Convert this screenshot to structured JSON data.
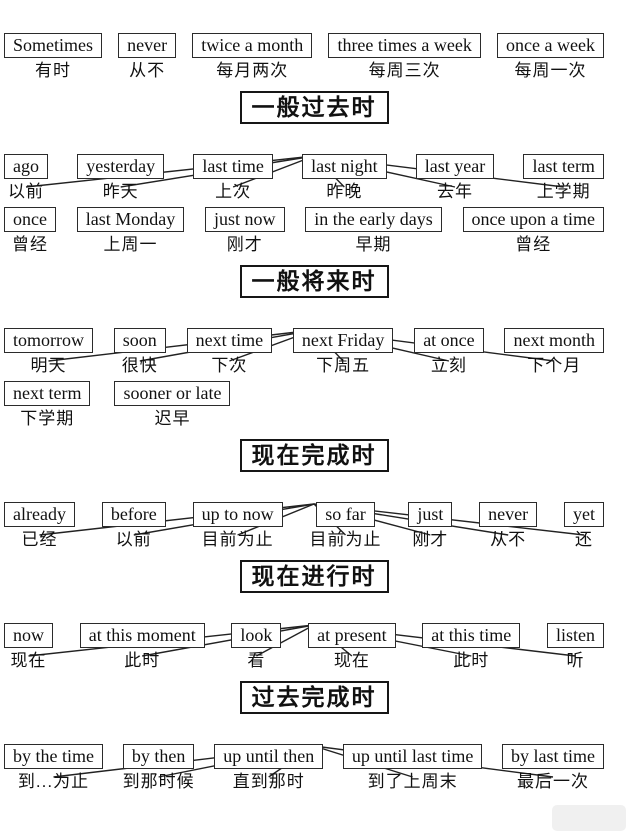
{
  "style": {
    "background": "#ffffff",
    "ink": "#111111",
    "box_border": "#2b2b2b",
    "line_color": "#222222"
  },
  "top_row": {
    "items": [
      {
        "en": "Sometimes",
        "zh": "有时"
      },
      {
        "en": "never",
        "zh": "从不"
      },
      {
        "en": "twice a month",
        "zh": "每月两次"
      },
      {
        "en": "three times a week",
        "zh": "每周三次"
      },
      {
        "en": "once a week",
        "zh": "每周一次"
      }
    ]
  },
  "sections": [
    {
      "title": "一般过去时",
      "rows": [
        [
          {
            "en": "ago",
            "zh": "以前"
          },
          {
            "en": "yesterday",
            "zh": "昨天"
          },
          {
            "en": "last time",
            "zh": "上次"
          },
          {
            "en": "last night",
            "zh": "昨晚"
          },
          {
            "en": "last year",
            "zh": "去年"
          },
          {
            "en": "last term",
            "zh": "上学期"
          }
        ],
        [
          {
            "en": "once",
            "zh": "曾经"
          },
          {
            "en": "last Monday",
            "zh": "上周一"
          },
          {
            "en": "just now",
            "zh": "刚才"
          },
          {
            "en": "in the early days",
            "zh": "早期"
          },
          {
            "en": "once upon a time",
            "zh": "曾经"
          }
        ]
      ]
    },
    {
      "title": "一般将来时",
      "rows": [
        [
          {
            "en": "tomorrow",
            "zh": "明天"
          },
          {
            "en": "soon",
            "zh": "很快"
          },
          {
            "en": "next time",
            "zh": "下次"
          },
          {
            "en": "next Friday",
            "zh": "下周五"
          },
          {
            "en": "at once",
            "zh": "立刻"
          },
          {
            "en": "next month",
            "zh": "下个月"
          }
        ],
        [
          {
            "en": "next term",
            "zh": "下学期"
          },
          {
            "en": "sooner or late",
            "zh": "迟早"
          }
        ]
      ]
    },
    {
      "title": "现在完成时",
      "rows": [
        [
          {
            "en": "already",
            "zh": "已经"
          },
          {
            "en": "before",
            "zh": "以前"
          },
          {
            "en": "up to now",
            "zh": "目前为止"
          },
          {
            "en": "so far",
            "zh": "目前为止"
          },
          {
            "en": "just",
            "zh": "刚才"
          },
          {
            "en": "never",
            "zh": "从不"
          },
          {
            "en": "yet",
            "zh": "还"
          }
        ]
      ]
    },
    {
      "title": "现在进行时",
      "rows": [
        [
          {
            "en": "now",
            "zh": "现在"
          },
          {
            "en": "at this moment",
            "zh": "此时"
          },
          {
            "en": "look",
            "zh": "看"
          },
          {
            "en": "at present",
            "zh": "现在"
          },
          {
            "en": "at this time",
            "zh": "此时"
          },
          {
            "en": "listen",
            "zh": "听"
          }
        ]
      ]
    },
    {
      "title": "过去完成时",
      "rows": [
        [
          {
            "en": "by the time",
            "zh": "到...为止"
          },
          {
            "en": "by then",
            "zh": "到那时候"
          },
          {
            "en": "up until then",
            "zh": "直到那时"
          },
          {
            "en": "up until last time",
            "zh": "到了上周末"
          },
          {
            "en": "by last time",
            "zh": "最后一次"
          }
        ]
      ]
    }
  ]
}
